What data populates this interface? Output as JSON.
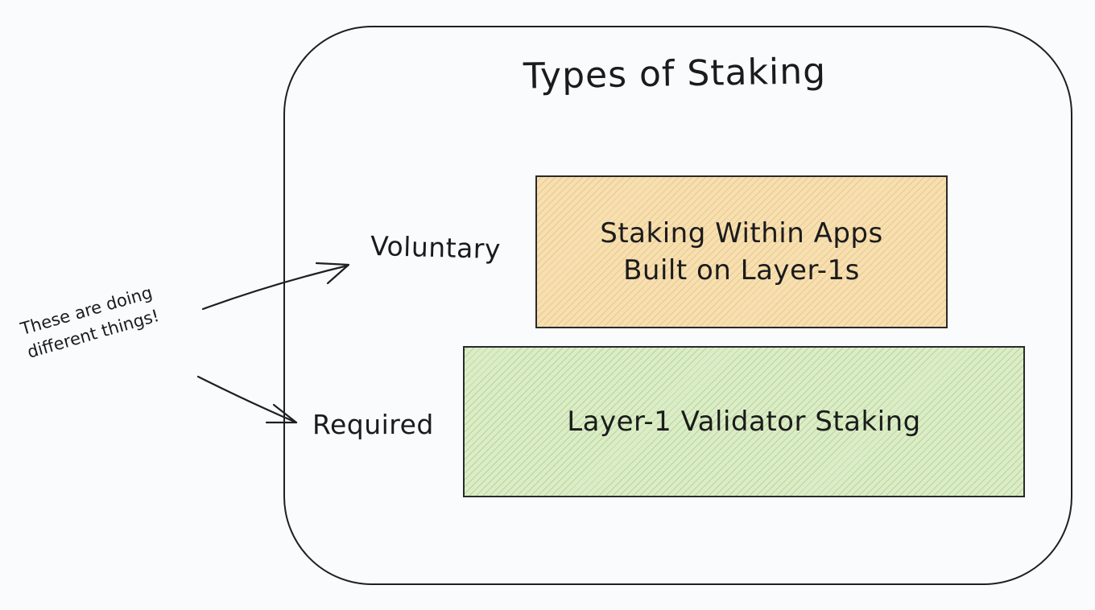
{
  "diagram": {
    "title": "Types of Staking",
    "labels": {
      "voluntary": "Voluntary",
      "required": "Required"
    },
    "boxes": {
      "apps": {
        "line1": "Staking Within Apps",
        "line2": "Built on Layer-1s",
        "fill": "#f7dfb0"
      },
      "validator": {
        "text": "Layer-1 Validator Staking",
        "fill": "#dbedc6"
      }
    },
    "note": {
      "line1": "These are doing",
      "line2": "different things!"
    }
  }
}
